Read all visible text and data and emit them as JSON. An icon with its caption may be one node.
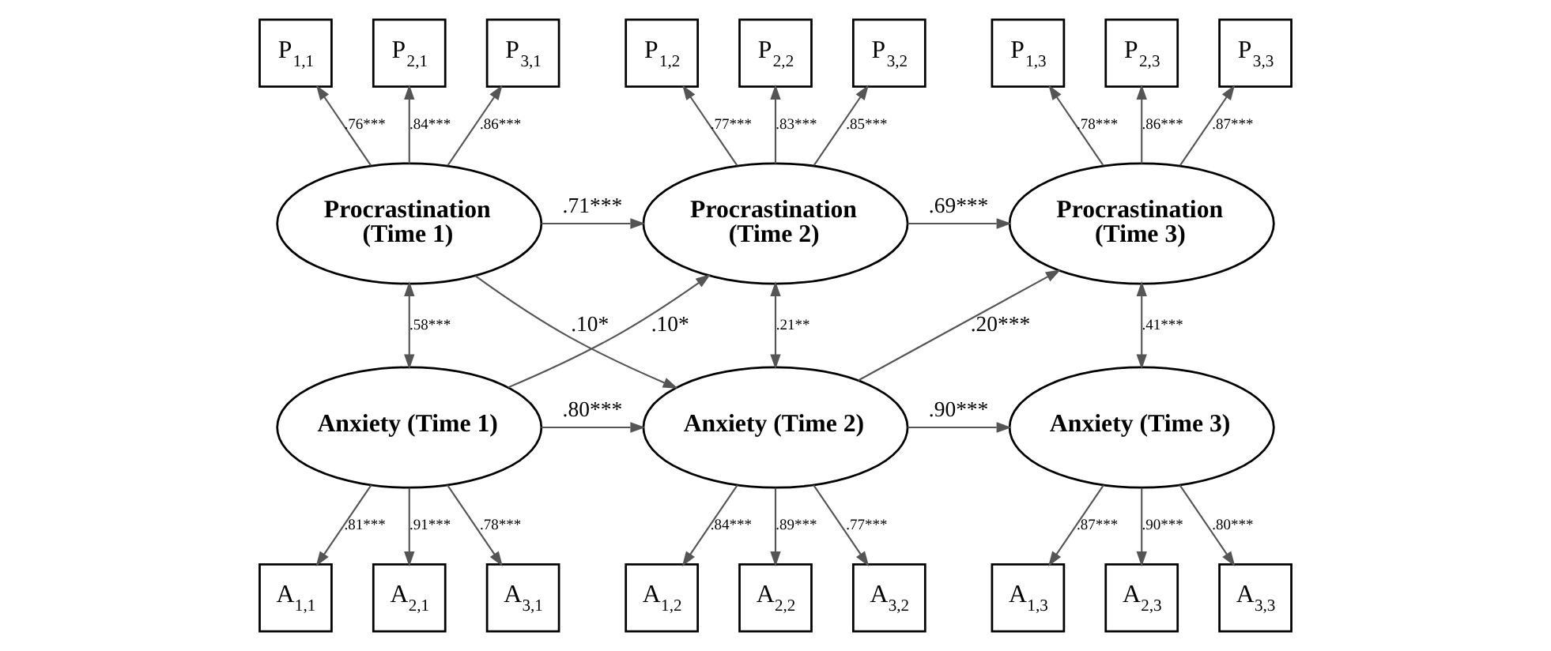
{
  "diagram": {
    "nodes": [
      {
        "text": [
          "P$_{1,1}$"
        ]
      },
      {
        "text": [
          "P$_{2,1}$"
        ]
      },
      {
        "text": [
          "P$_{3,1}$"
        ]
      },
      {
        "text": [
          "P$_{1,2}$"
        ]
      },
      {
        "text": [
          "P$_{2,2}$"
        ]
      },
      {
        "text": [
          "P$_{3,2}$"
        ]
      },
      {
        "text": [
          "P$_{1,3}$"
        ]
      },
      {
        "text": [
          "P$_{2,3}$"
        ]
      },
      {
        "text": [
          "P$_{3,3}$"
        ]
      },
      {
        "text": [
          "Procrastination (Time 1)"
        ]
      },
      {
        "text": [
          "Procrastination (Time 2)"
        ]
      },
      {
        "text": [
          "Procrastination (Time 3)"
        ]
      },
      {
        "text": [
          "Anxiety (Time 1)"
        ]
      },
      {
        "text": [
          "Anxiety (Time 2)"
        ]
      },
      {
        "text": [
          "Anxiety (Time 3)"
        ]
      },
      {
        "text": [
          "A$_{1,1}$"
        ]
      },
      {
        "text": [
          "A$_{2,1}$"
        ]
      },
      {
        "text": [
          "A$_{3,1}$"
        ]
      },
      {
        "text": [
          "A$_{1,2}$"
        ]
      },
      {
        "text": [
          "A$_{2,2}$"
        ]
      },
      {
        "text": [
          "A$_{3,2}$"
        ]
      },
      {
        "text": [
          "A$_{1,3}$"
        ]
      },
      {
        "text": [
          "A$_{2,3}$"
        ]
      },
      {
        "text": [
          "A$_{3,3}$"
        ]
      }
    ],
    "edges": [
      {
        "from": 9,
        "to": 0,
        "arrow": "to",
        "label": ".76***"
      },
      {
        "from": 9,
        "to": 1,
        "arrow": "to",
        "label": ".84***"
      },
      {
        "from": 9,
        "to": 2,
        "arrow": "to",
        "label": ".86***"
      },
      {
        "from": 10,
        "to": 3,
        "arrow": "to",
        "label": ".77***"
      },
      {
        "from": 10,
        "to": 4,
        "arrow": "to",
        "label": ".83***"
      },
      {
        "from": 10,
        "to": 5,
        "arrow": "to",
        "label": ".85***"
      },
      {
        "from": 11,
        "to": 6,
        "arrow": "to",
        "label": ".78***"
      },
      {
        "from": 11,
        "to": 7,
        "arrow": "to",
        "label": ".86***"
      },
      {
        "from": 11,
        "to": 8,
        "arrow": "to",
        "label": ".87***"
      },
      {
        "from": 9,
        "to": 12,
        "arrow": "both",
        "label": ".58***"
      },
      {
        "from": 9,
        "to": 10,
        "arrow": "to",
        "label": ".71***"
      },
      {
        "from": 9,
        "to": 13,
        "arrow": "to",
        "label": ".10*"
      },
      {
        "from": 12,
        "to": 10,
        "arrow": "to",
        "label": ".10*"
      },
      {
        "from": 12,
        "to": 13,
        "arrow": "to",
        "label": ".80***"
      },
      {
        "from": 10,
        "to": 13,
        "arrow": "both",
        "label": ".21**"
      },
      {
        "from": 10,
        "to": 11,
        "arrow": "to",
        "label": ".69***"
      },
      {
        "from": 13,
        "to": 11,
        "arrow": "to",
        "label": ".20***"
      },
      {
        "from": 13,
        "to": 14,
        "arrow": "to",
        "label": ".90***"
      },
      {
        "from": 11,
        "to": 14,
        "arrow": "both",
        "label": ".41***"
      },
      {
        "from": 12,
        "to": 15,
        "arrow": "to",
        "label": ".81***"
      },
      {
        "from": 12,
        "to": 16,
        "arrow": "to",
        "label": ".91***"
      },
      {
        "from": 12,
        "to": 17,
        "arrow": "to",
        "label": ".78***"
      },
      {
        "from": 13,
        "to": 18,
        "arrow": "to",
        "label": ".84***"
      },
      {
        "from": 13,
        "to": 19,
        "arrow": "to",
        "label": ".89***"
      },
      {
        "from": 13,
        "to": 20,
        "arrow": "to",
        "label": ".77***"
      },
      {
        "from": 14,
        "to": 21,
        "arrow": "to",
        "label": ".87***"
      },
      {
        "from": 14,
        "to": 22,
        "arrow": "to",
        "label": ".90***"
      },
      {
        "from": 14,
        "to": 23,
        "arrow": "to",
        "label": ".80***"
      }
    ]
  }
}
